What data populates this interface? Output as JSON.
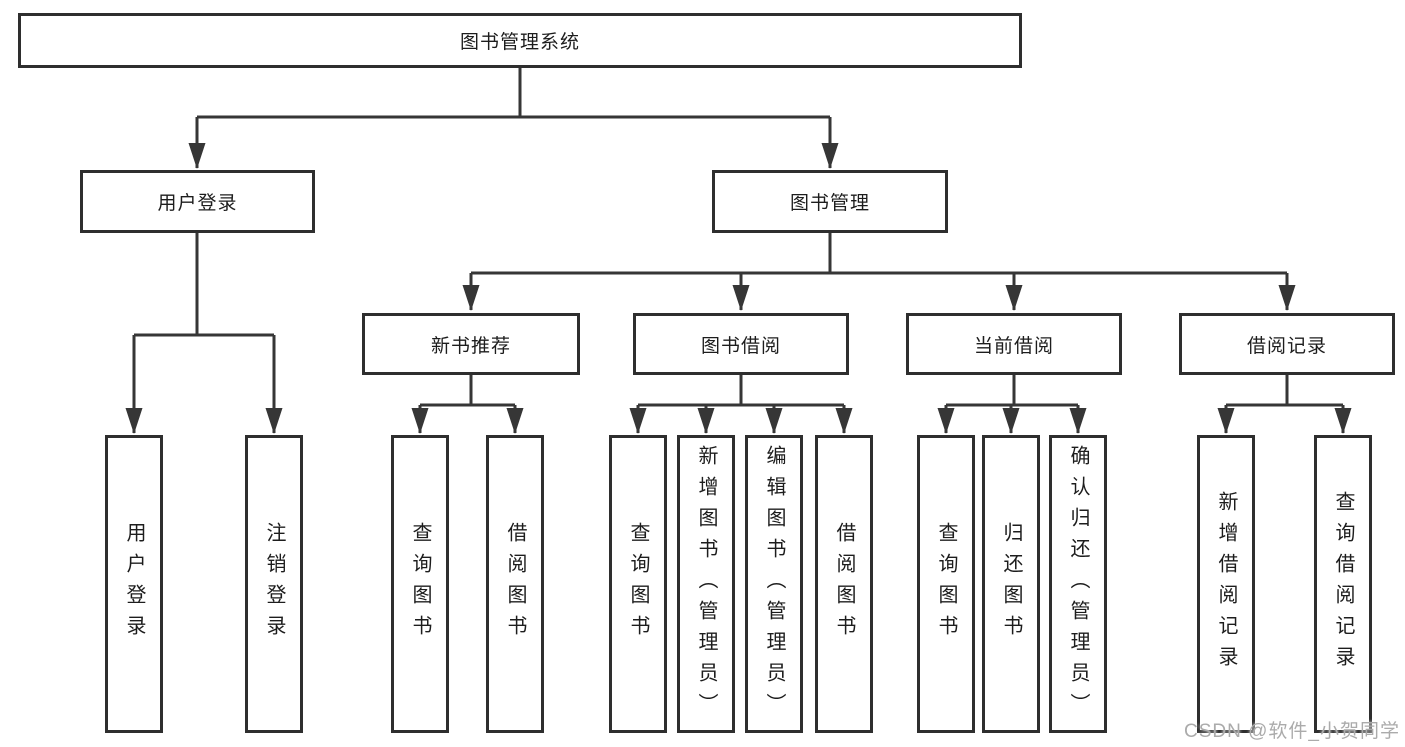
{
  "diagram": {
    "root": "图书管理系统",
    "login": {
      "label": "用户登录",
      "children": [
        "用户登录",
        "注销登录"
      ]
    },
    "management": {
      "label": "图书管理",
      "groups": [
        {
          "label": "新书推荐",
          "children": [
            "查询图书",
            "借阅图书"
          ]
        },
        {
          "label": "图书借阅",
          "children": [
            "查询图书",
            "新增图书（管理员）",
            "编辑图书（管理员）",
            "借阅图书"
          ]
        },
        {
          "label": "当前借阅",
          "children": [
            "查询图书",
            "归还图书",
            "确认归还（管理员）"
          ]
        },
        {
          "label": "借阅记录",
          "children": [
            "新增借阅记录",
            "查询借阅记录"
          ]
        }
      ]
    }
  },
  "watermark": "CSDN @软件_小贺同学",
  "colors": {
    "line": "#363636",
    "border": "#2e2e2e",
    "text": "#1d1d1d",
    "background": "#ffffff",
    "watermark": "#ababab"
  }
}
